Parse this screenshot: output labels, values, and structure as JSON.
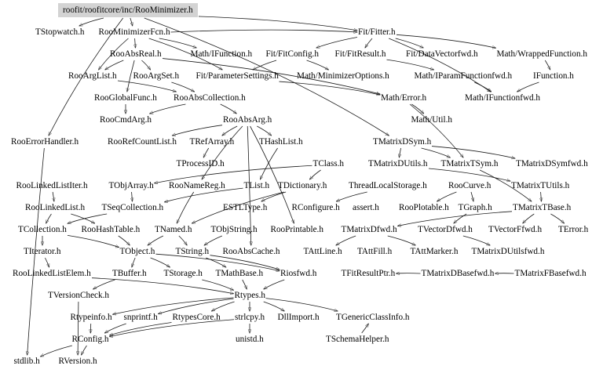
{
  "diagram": {
    "type": "include-dependency-graph",
    "root": "roofit/roofitcore/inc/RooMinimizer.h",
    "root_fill": "#d3d3d3",
    "edge_color": "#1a1a1a",
    "nodes": [
      {
        "id": "root",
        "label": "roofit/roofitcore/inc/RooMinimizer.h"
      },
      {
        "id": "TStopwatch",
        "label": "TStopwatch.h"
      },
      {
        "id": "RooMinimizerFcn",
        "label": "RooMinimizerFcn.h"
      },
      {
        "id": "FitFitter",
        "label": "Fit/Fitter.h"
      },
      {
        "id": "RooAbsReal",
        "label": "RooAbsReal.h"
      },
      {
        "id": "MathIFunction",
        "label": "Math/IFunction.h"
      },
      {
        "id": "FitFitConfig",
        "label": "Fit/FitConfig.h"
      },
      {
        "id": "FitFitResult",
        "label": "Fit/FitResult.h"
      },
      {
        "id": "FitDataVectorfwd",
        "label": "Fit/DataVectorfwd.h"
      },
      {
        "id": "MathWrappedFunction",
        "label": "Math/WrappedFunction.h"
      },
      {
        "id": "RooArgList",
        "label": "RooArgList.h"
      },
      {
        "id": "RooArgSet",
        "label": "RooArgSet.h"
      },
      {
        "id": "FitParameterSettings",
        "label": "Fit/ParameterSettings.h"
      },
      {
        "id": "MathMinimizerOptions",
        "label": "Math/MinimizerOptions.h"
      },
      {
        "id": "MathIParamFunctionfwd",
        "label": "Math/IParamFunctionfwd.h"
      },
      {
        "id": "IFunction",
        "label": "IFunction.h"
      },
      {
        "id": "RooGlobalFunc",
        "label": "RooGlobalFunc.h"
      },
      {
        "id": "RooAbsCollection",
        "label": "RooAbsCollection.h"
      },
      {
        "id": "MathError",
        "label": "Math/Error.h"
      },
      {
        "id": "MathIFunctionfwd",
        "label": "Math/IFunctionfwd.h"
      },
      {
        "id": "RooCmdArg",
        "label": "RooCmdArg.h"
      },
      {
        "id": "RooAbsArg",
        "label": "RooAbsArg.h"
      },
      {
        "id": "MathUtil",
        "label": "Math/Util.h"
      },
      {
        "id": "RooErrorHandler",
        "label": "RooErrorHandler.h"
      },
      {
        "id": "RooRefCountList",
        "label": "RooRefCountList.h"
      },
      {
        "id": "TRefArray",
        "label": "TRefArray.h"
      },
      {
        "id": "THashList",
        "label": "THashList.h"
      },
      {
        "id": "TMatrixDSym",
        "label": "TMatrixDSym.h"
      },
      {
        "id": "TProcessID",
        "label": "TProcessID.h"
      },
      {
        "id": "TClass",
        "label": "TClass.h"
      },
      {
        "id": "TMatrixDUtils",
        "label": "TMatrixDUtils.h"
      },
      {
        "id": "TMatrixTSym",
        "label": "TMatrixTSym.h"
      },
      {
        "id": "TMatrixDSymfwd",
        "label": "TMatrixDSymfwd.h"
      },
      {
        "id": "RooLinkedListIter",
        "label": "RooLinkedListIter.h"
      },
      {
        "id": "TObjArray",
        "label": "TObjArray.h"
      },
      {
        "id": "RooNameReg",
        "label": "RooNameReg.h"
      },
      {
        "id": "TList",
        "label": "TList.h"
      },
      {
        "id": "TDictionary",
        "label": "TDictionary.h"
      },
      {
        "id": "ThreadLocalStorage",
        "label": "ThreadLocalStorage.h"
      },
      {
        "id": "RooCurve",
        "label": "RooCurve.h"
      },
      {
        "id": "TMatrixTUtils",
        "label": "TMatrixTUtils.h"
      },
      {
        "id": "RooLinkedList",
        "label": "RooLinkedList.h"
      },
      {
        "id": "TSeqCollection",
        "label": "TSeqCollection.h"
      },
      {
        "id": "ESTLType",
        "label": "ESTLType.h"
      },
      {
        "id": "RConfigure",
        "label": "RConfigure.h"
      },
      {
        "id": "assert",
        "label": "assert.h"
      },
      {
        "id": "RooPlotable",
        "label": "RooPlotable.h"
      },
      {
        "id": "TGraph",
        "label": "TGraph.h"
      },
      {
        "id": "TMatrixTBase",
        "label": "TMatrixTBase.h"
      },
      {
        "id": "TCollection",
        "label": "TCollection.h"
      },
      {
        "id": "RooHashTable",
        "label": "RooHashTable.h"
      },
      {
        "id": "TNamed",
        "label": "TNamed.h"
      },
      {
        "id": "TObjString",
        "label": "TObjString.h"
      },
      {
        "id": "RooPrintable",
        "label": "RooPrintable.h"
      },
      {
        "id": "TMatrixDfwd",
        "label": "TMatrixDfwd.h"
      },
      {
        "id": "TVectorDfwd",
        "label": "TVectorDfwd.h"
      },
      {
        "id": "TVectorFfwd",
        "label": "TVectorFfwd.h"
      },
      {
        "id": "TError",
        "label": "TError.h"
      },
      {
        "id": "TIterator",
        "label": "TIterator.h"
      },
      {
        "id": "TObject",
        "label": "TObject.h"
      },
      {
        "id": "TString",
        "label": "TString.h"
      },
      {
        "id": "RooAbsCache",
        "label": "RooAbsCache.h"
      },
      {
        "id": "TAttLine",
        "label": "TAttLine.h"
      },
      {
        "id": "TAttFill",
        "label": "TAttFill.h"
      },
      {
        "id": "TAttMarker",
        "label": "TAttMarker.h"
      },
      {
        "id": "TMatrixDUtilsfwd",
        "label": "TMatrixDUtilsfwd.h"
      },
      {
        "id": "RooLinkedListElem",
        "label": "RooLinkedListElem.h"
      },
      {
        "id": "TBuffer",
        "label": "TBuffer.h"
      },
      {
        "id": "TStorage",
        "label": "TStorage.h"
      },
      {
        "id": "TMathBase",
        "label": "TMathBase.h"
      },
      {
        "id": "Riosfwd",
        "label": "Riosfwd.h"
      },
      {
        "id": "TFitResultPtr",
        "label": "TFitResultPtr.h"
      },
      {
        "id": "TMatrixDBasefwd",
        "label": "TMatrixDBasefwd.h"
      },
      {
        "id": "TMatrixFBasefwd",
        "label": "TMatrixFBasefwd.h"
      },
      {
        "id": "TVersionCheck",
        "label": "TVersionCheck.h"
      },
      {
        "id": "Rtypes",
        "label": "Rtypes.h"
      },
      {
        "id": "Rtypeinfo",
        "label": "Rtypeinfo.h"
      },
      {
        "id": "snprintf",
        "label": "snprintf.h"
      },
      {
        "id": "RtypesCore",
        "label": "RtypesCore.h"
      },
      {
        "id": "strlcpy",
        "label": "strlcpy.h"
      },
      {
        "id": "DllImport",
        "label": "DllImport.h"
      },
      {
        "id": "TGenericClassInfo",
        "label": "TGenericClassInfo.h"
      },
      {
        "id": "RConfig",
        "label": "RConfig.h"
      },
      {
        "id": "unistd",
        "label": "unistd.h"
      },
      {
        "id": "TSchemaHelper",
        "label": "TSchemaHelper.h"
      },
      {
        "id": "stdlib",
        "label": "stdlib.h"
      },
      {
        "id": "RVersion",
        "label": "RVersion.h"
      }
    ],
    "edges": [
      [
        "root",
        "TStopwatch"
      ],
      [
        "root",
        "RooMinimizerFcn"
      ],
      [
        "root",
        "FitFitter"
      ],
      [
        "root",
        "RooErrorHandler"
      ],
      [
        "root",
        "TMatrixDSym"
      ],
      [
        "RooMinimizerFcn",
        "RooAbsReal"
      ],
      [
        "RooMinimizerFcn",
        "MathIFunction"
      ],
      [
        "RooMinimizerFcn",
        "RooArgList"
      ],
      [
        "RooMinimizerFcn",
        "FitFitter"
      ],
      [
        "RooMinimizerFcn",
        "FitParameterSettings"
      ],
      [
        "FitFitter",
        "FitFitConfig"
      ],
      [
        "FitFitter",
        "FitFitResult"
      ],
      [
        "FitFitter",
        "FitDataVectorfwd"
      ],
      [
        "FitFitter",
        "MathWrappedFunction"
      ],
      [
        "FitFitter",
        "MathIFunctionfwd"
      ],
      [
        "FitFitConfig",
        "FitParameterSettings"
      ],
      [
        "FitFitConfig",
        "MathMinimizerOptions"
      ],
      [
        "FitFitResult",
        "MathIParamFunctionfwd"
      ],
      [
        "MathWrappedFunction",
        "IFunction"
      ],
      [
        "IFunction",
        "MathIFunctionfwd"
      ],
      [
        "MathIParamFunctionfwd",
        "MathIFunctionfwd"
      ],
      [
        "RooAbsReal",
        "RooArgList"
      ],
      [
        "RooAbsReal",
        "RooArgSet"
      ],
      [
        "RooAbsReal",
        "RooGlobalFunc"
      ],
      [
        "RooAbsReal",
        "MathError"
      ],
      [
        "RooArgList",
        "RooAbsCollection"
      ],
      [
        "RooArgSet",
        "RooAbsCollection"
      ],
      [
        "FitParameterSettings",
        "MathError"
      ],
      [
        "RooAbsCollection",
        "RooCmdArg"
      ],
      [
        "RooAbsCollection",
        "RooAbsArg"
      ],
      [
        "RooGlobalFunc",
        "RooCmdArg"
      ],
      [
        "MathError",
        "MathUtil"
      ],
      [
        "MathError",
        "TMatrixTSym"
      ],
      [
        "RooAbsArg",
        "TRefArray"
      ],
      [
        "RooAbsArg",
        "THashList"
      ],
      [
        "RooAbsArg",
        "RooRefCountList"
      ],
      [
        "RooAbsArg",
        "RooNameReg"
      ],
      [
        "RooAbsArg",
        "RooPrintable"
      ],
      [
        "RooAbsArg",
        "RooAbsCache"
      ],
      [
        "TRefArray",
        "TProcessID"
      ],
      [
        "THashList",
        "TList"
      ],
      [
        "TClass",
        "TDictionary"
      ],
      [
        "TClass",
        "TObjArray"
      ],
      [
        "TMatrixDSym",
        "TMatrixDUtils"
      ],
      [
        "TMatrixDSym",
        "TMatrixTSym"
      ],
      [
        "TMatrixDSym",
        "TMatrixDSymfwd"
      ],
      [
        "TMatrixTSym",
        "TMatrixTBase"
      ],
      [
        "TMatrixDUtils",
        "TMatrixTUtils"
      ],
      [
        "TMatrixTUtils",
        "TMatrixTBase"
      ],
      [
        "RooLinkedListIter",
        "RooLinkedList"
      ],
      [
        "TObjArray",
        "TSeqCollection"
      ],
      [
        "RooNameReg",
        "TNamed"
      ],
      [
        "TList",
        "TSeqCollection"
      ],
      [
        "TDictionary",
        "ESTLType"
      ],
      [
        "TDictionary",
        "TNamed"
      ],
      [
        "ThreadLocalStorage",
        "RConfigure"
      ],
      [
        "RooCurve",
        "TGraph"
      ],
      [
        "RooCurve",
        "RooPlotable"
      ],
      [
        "RooLinkedList",
        "RooHashTable"
      ],
      [
        "RooLinkedList",
        "TCollection"
      ],
      [
        "TSeqCollection",
        "TCollection"
      ],
      [
        "TMatrixTBase",
        "TMatrixDfwd"
      ],
      [
        "TMatrixTBase",
        "TVectorFfwd"
      ],
      [
        "TMatrixTBase",
        "TError"
      ],
      [
        "TGraph",
        "TVectorDfwd"
      ],
      [
        "TCollection",
        "TIterator"
      ],
      [
        "TCollection",
        "TObject"
      ],
      [
        "RooHashTable",
        "TObject"
      ],
      [
        "TNamed",
        "TString"
      ],
      [
        "TNamed",
        "TObject"
      ],
      [
        "TObjString",
        "TString"
      ],
      [
        "TMatrixDfwd",
        "TAttLine"
      ],
      [
        "TMatrixDfwd",
        "TAttMarker"
      ],
      [
        "TVectorDfwd",
        "TMatrixDUtilsfwd"
      ],
      [
        "RooLinkedListElem",
        "Rtypes"
      ],
      [
        "TObject",
        "TBuffer"
      ],
      [
        "TObject",
        "TStorage"
      ],
      [
        "TObject",
        "Riosfwd"
      ],
      [
        "TString",
        "TMathBase"
      ],
      [
        "TString",
        "Riosfwd"
      ],
      [
        "TMatrixFBasefwd",
        "TMatrixDBasefwd"
      ],
      [
        "TMatrixDBasefwd",
        "TFitResultPtr"
      ],
      [
        "TIterator",
        "RooLinkedListElem"
      ],
      [
        "TBuffer",
        "TVersionCheck"
      ],
      [
        "TMathBase",
        "Rtypes"
      ],
      [
        "TStorage",
        "Rtypes"
      ],
      [
        "Riosfwd",
        "Rtypes"
      ],
      [
        "Rtypes",
        "Rtypeinfo"
      ],
      [
        "Rtypes",
        "snprintf"
      ],
      [
        "Rtypes",
        "RtypesCore"
      ],
      [
        "Rtypes",
        "strlcpy"
      ],
      [
        "Rtypes",
        "DllImport"
      ],
      [
        "Rtypes",
        "TGenericClassInfo"
      ],
      [
        "TSchemaHelper",
        "TGenericClassInfo"
      ],
      [
        "Rtypeinfo",
        "RConfig"
      ],
      [
        "RtypesCore",
        "RConfig"
      ],
      [
        "snprintf",
        "RConfig"
      ],
      [
        "strlcpy",
        "unistd"
      ],
      [
        "strlcpy",
        "RConfig"
      ],
      [
        "RConfig",
        "stdlib"
      ],
      [
        "RConfig",
        "RVersion"
      ],
      [
        "TVersionCheck",
        "RVersion"
      ],
      [
        "RooErrorHandler",
        "stdlib"
      ]
    ]
  }
}
